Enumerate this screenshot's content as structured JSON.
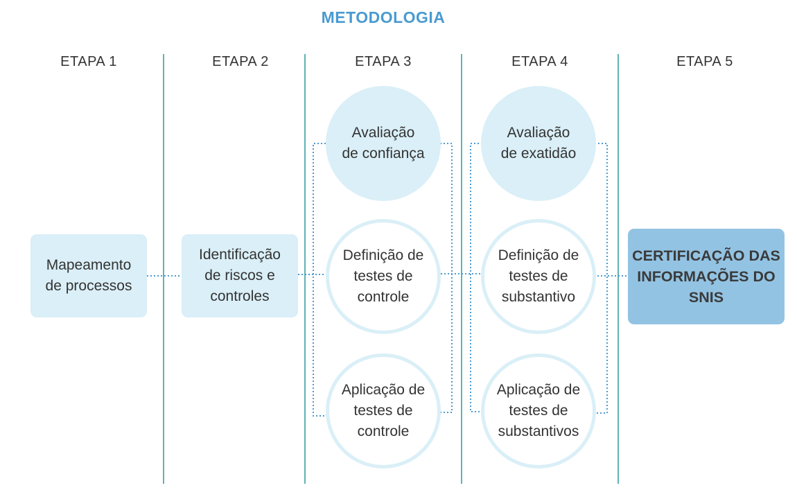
{
  "title": "METODOLOGIA",
  "stages": [
    {
      "label": "ETAPA 1"
    },
    {
      "label": "ETAPA 2"
    },
    {
      "label": "ETAPA 3"
    },
    {
      "label": "ETAPA 4"
    },
    {
      "label": "ETAPA 5"
    }
  ],
  "stage1": {
    "box": "Mapeamento\nde processos"
  },
  "stage2": {
    "box": "Identificação\nde riscos e\ncontroles"
  },
  "stage3": {
    "top": "Avaliação\nde confiança",
    "middle": "Definição de\ntestes de\ncontrole",
    "bottom": "Aplicação de\ntestes de\ncontrole"
  },
  "stage4": {
    "top": "Avaliação\nde exatidão",
    "middle": "Definição de\ntestes de\nsubstantivo",
    "bottom": "Aplicação de\ntestes de\nsubstantivos"
  },
  "stage5": {
    "box": "CERTIFICAÇÃO DAS\nINFORMAÇÕES DO\nSNIS"
  },
  "colors": {
    "title": "#4a9ad0",
    "divider": "#5fb3b5",
    "light_fill": "#daeff7",
    "final_fill": "#93c3e3",
    "connector": "#4a9ad0"
  }
}
